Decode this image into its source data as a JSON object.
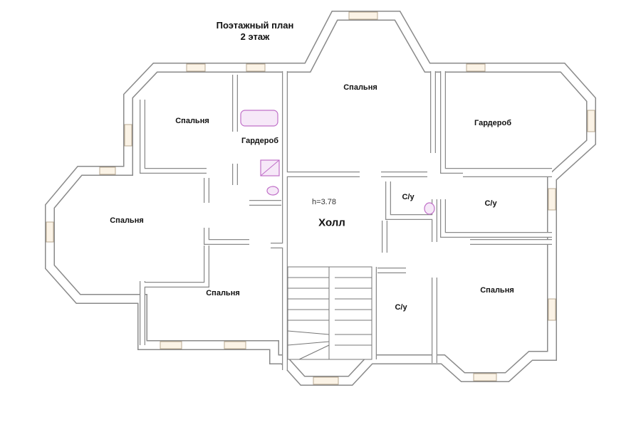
{
  "title": {
    "line1": "Поэтажный план",
    "line2": "2 этаж"
  },
  "rooms": {
    "bedroom_top_left": "Спальня",
    "bedroom_top_center": "Спальня",
    "wardrobe_left": "Гардероб",
    "wardrobe_right": "Гардероб",
    "bedroom_left": "Спальня",
    "bedroom_bottom_left": "Спальня",
    "bedroom_bottom_right": "Спальня",
    "hall": "Холл",
    "hall_height": "h=3.78",
    "wc_center": "С/у",
    "wc_right": "С/у",
    "wc_bottom": "С/у"
  },
  "colors": {
    "wall": "#8a8a8a",
    "fixture": "#c070c8",
    "window": "#fbf3e6"
  }
}
